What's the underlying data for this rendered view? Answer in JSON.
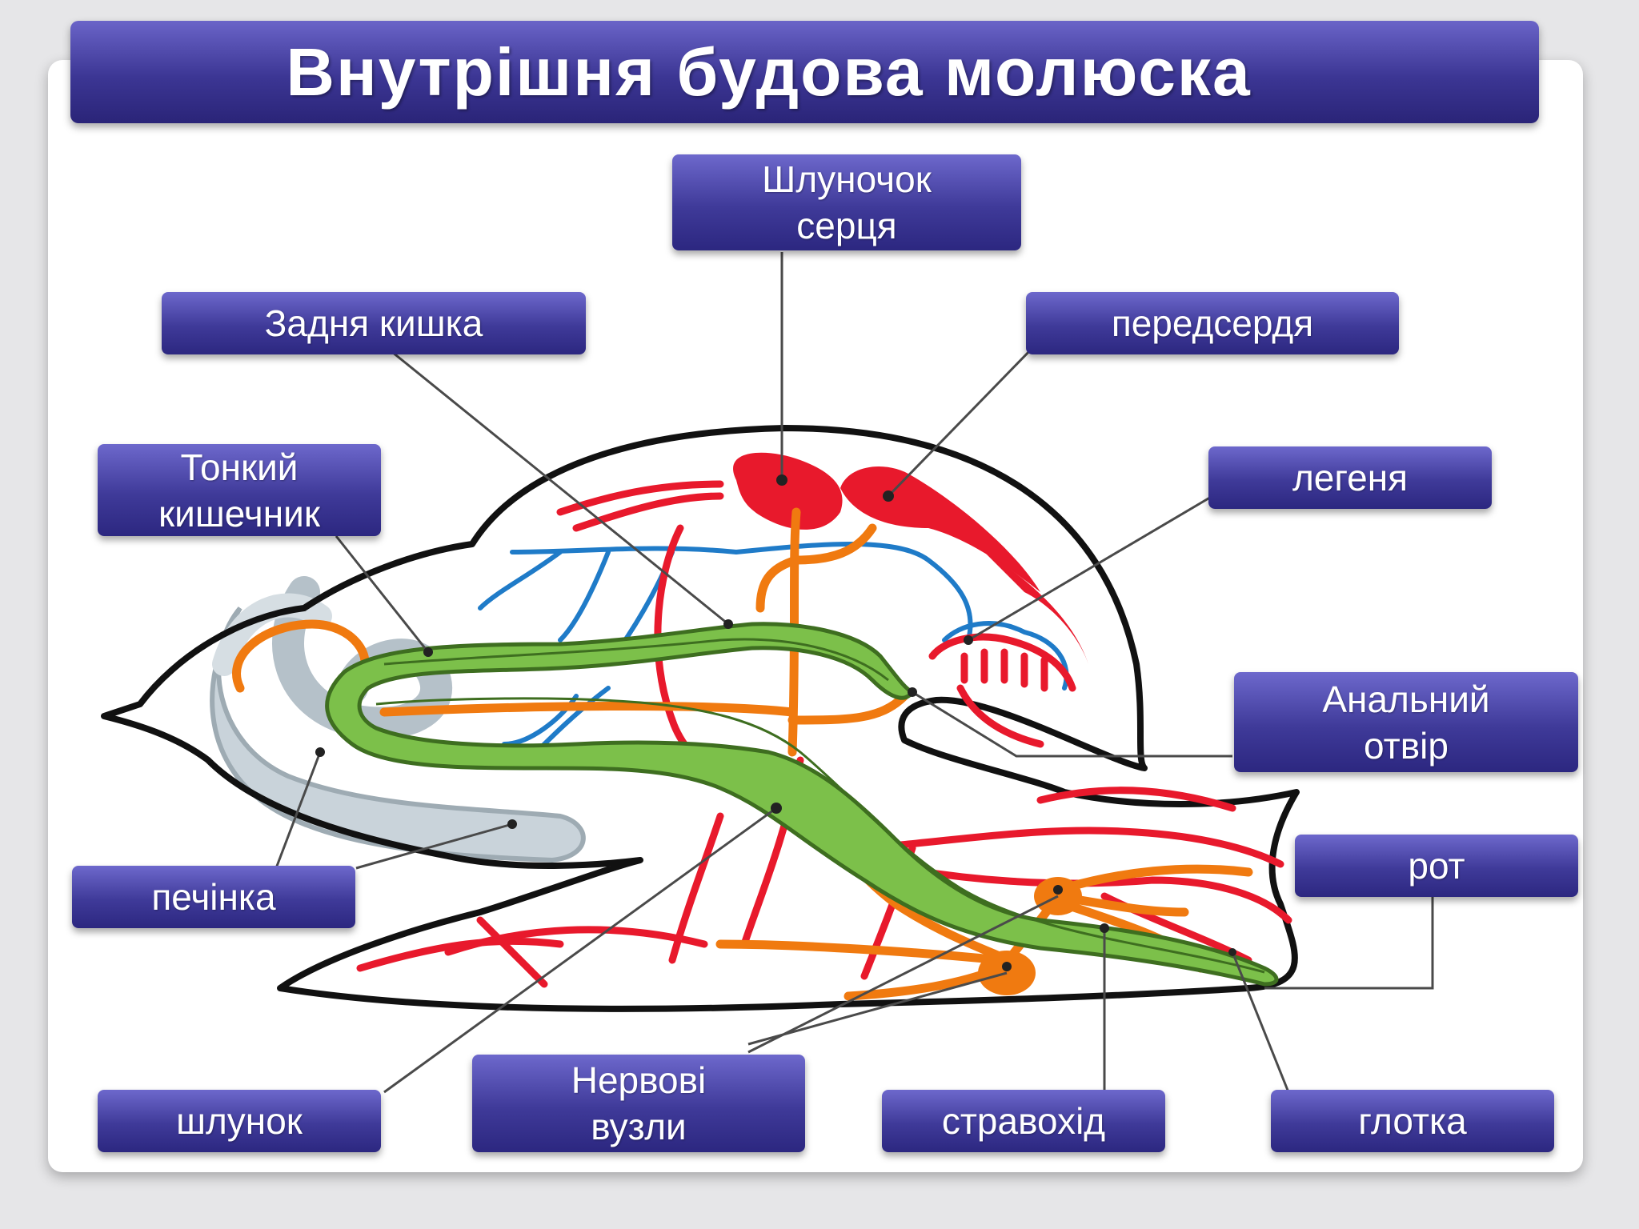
{
  "title": "Внутрішня будова молюска",
  "labels": {
    "ventricle": "Шлуночок\nсерця",
    "hindgut": "Задня кишка",
    "atrium": "передсердя",
    "small_intestine": "Тонкий\nкишечник",
    "lung": "легеня",
    "anus": "Анальний\nотвір",
    "mouth": "рот",
    "liver": "печінка",
    "stomach": "шлунок",
    "nerve_ganglia": "Нервові\nвузли",
    "esophagus": "стравохід",
    "pharynx": "глотка"
  },
  "colors": {
    "label_bg": "#3f3a99",
    "digestive": "#7cc04a",
    "arteries": "#e8192c",
    "veins": "#1f7bc8",
    "nerves": "#f07a10",
    "liver": "#b8c4cc"
  }
}
